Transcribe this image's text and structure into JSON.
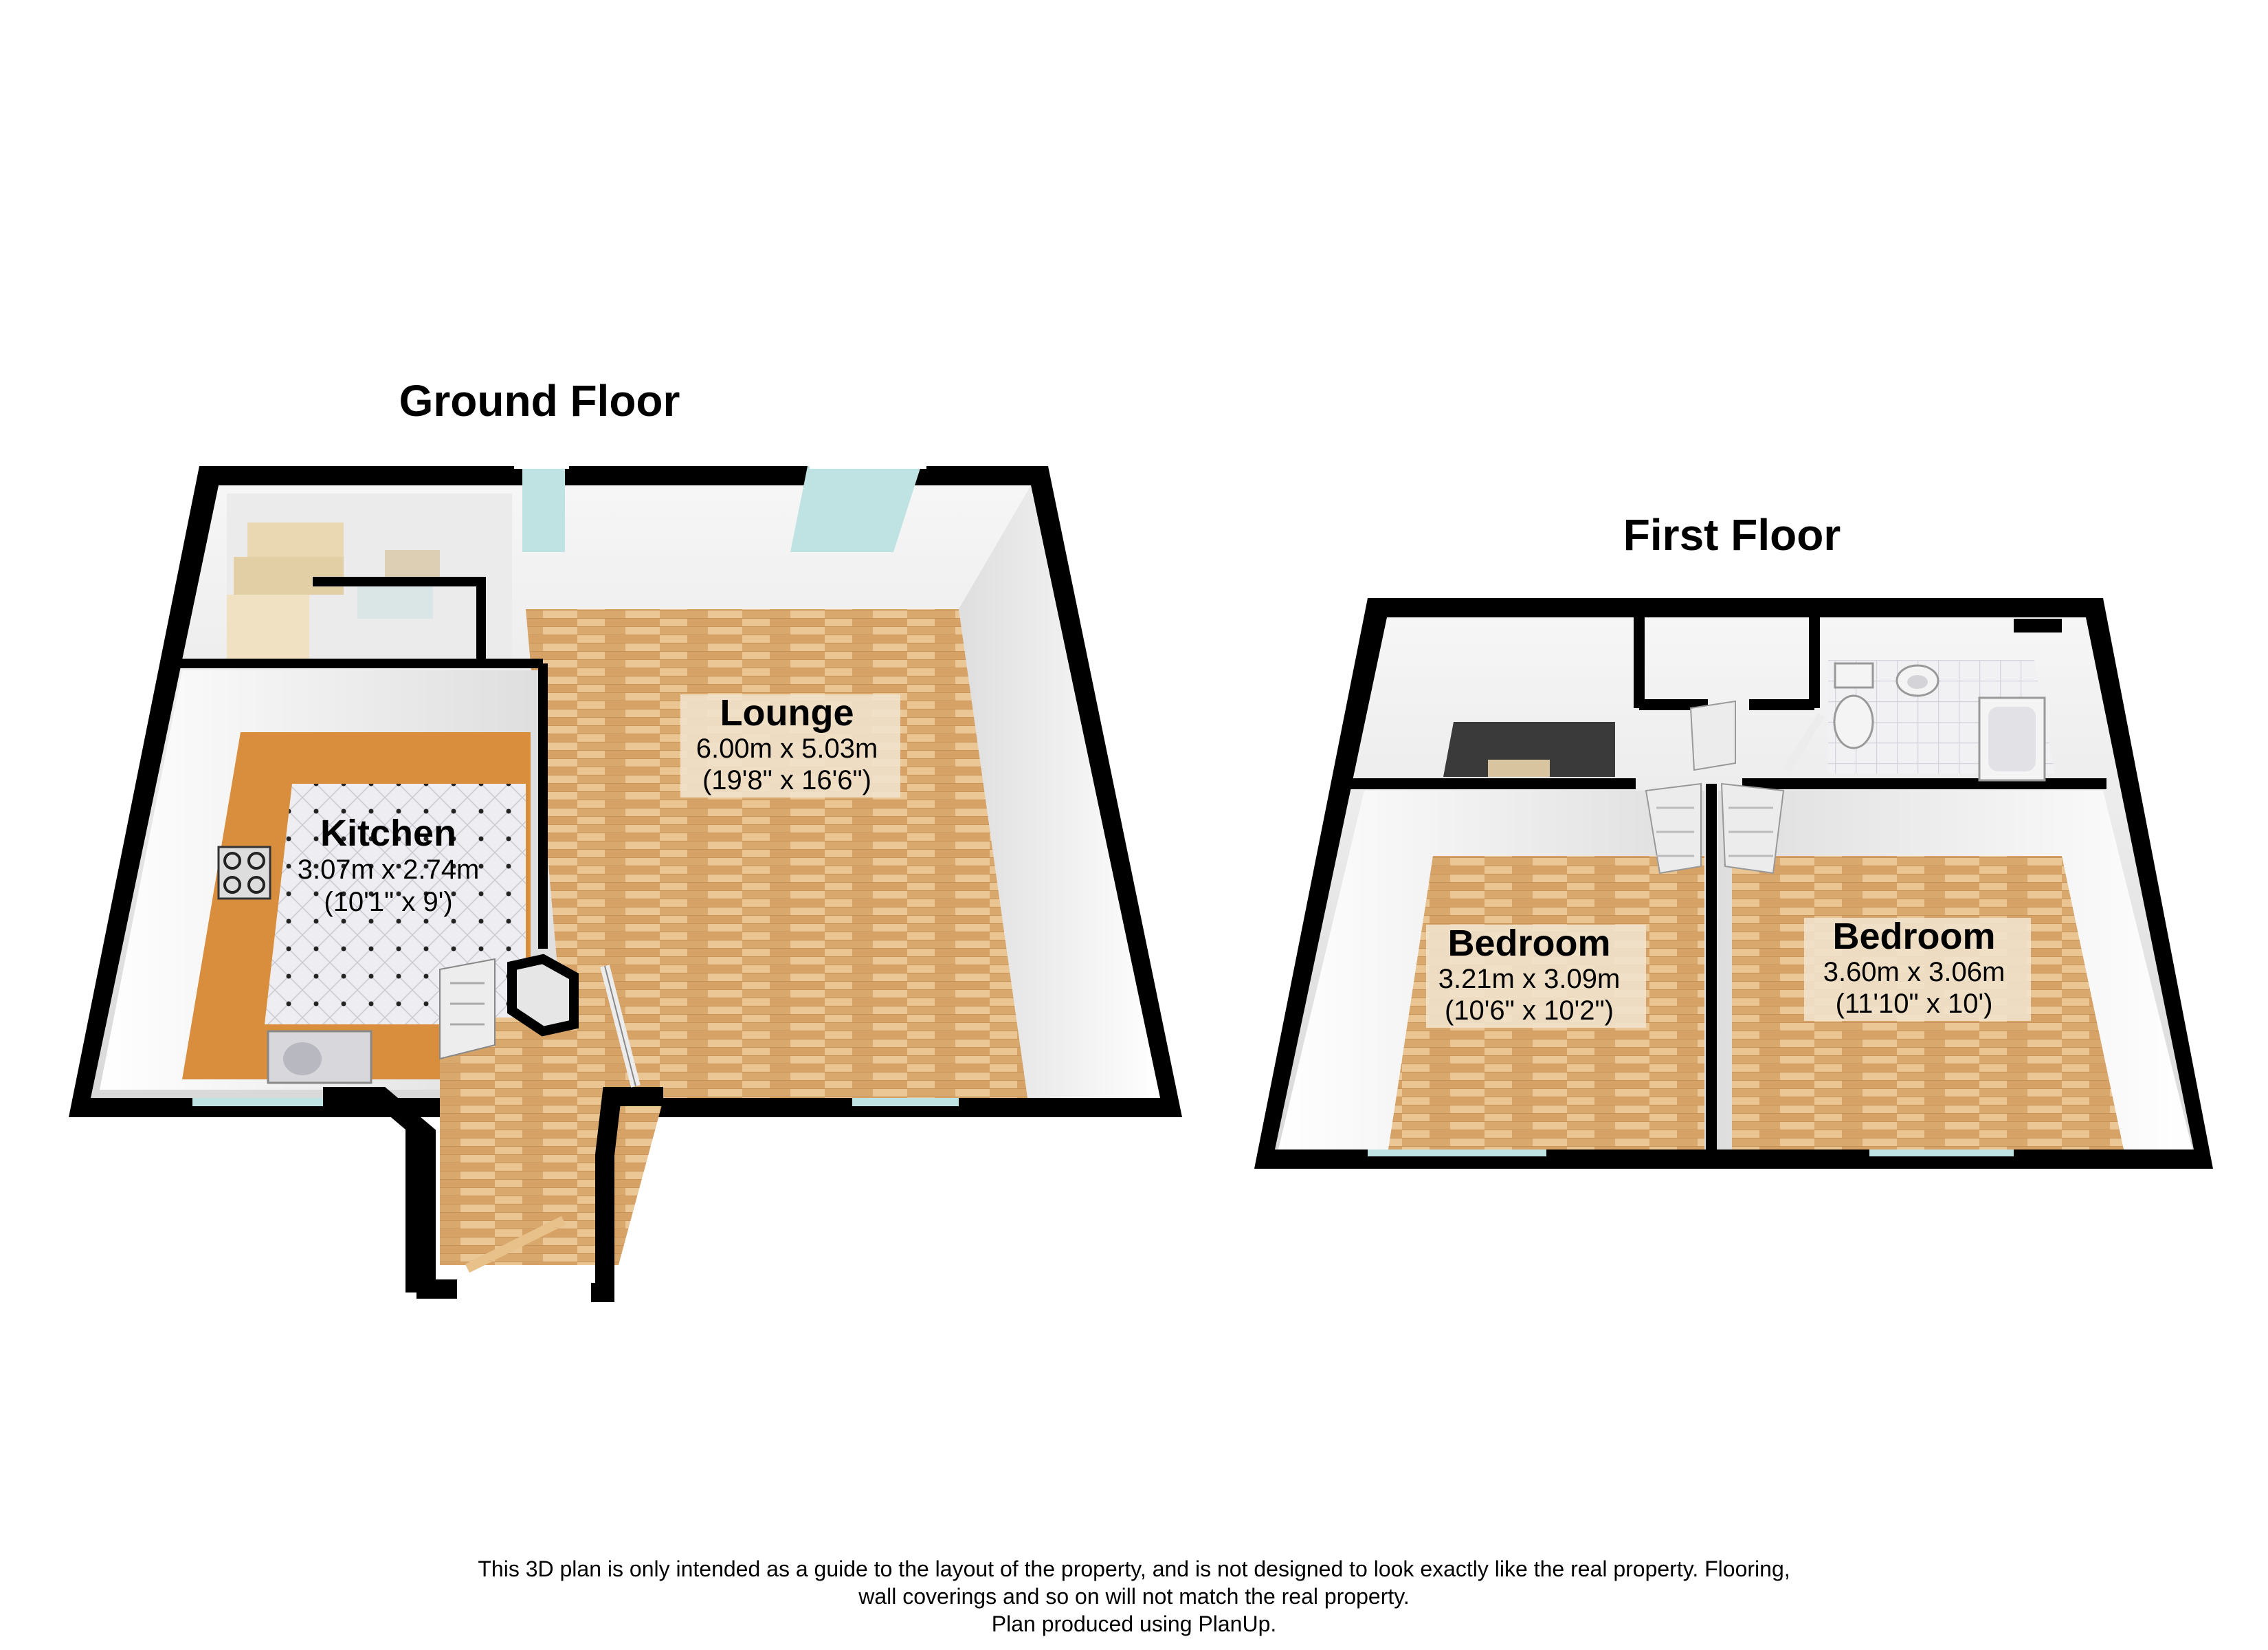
{
  "floors": {
    "ground": {
      "title": "Ground Floor",
      "rooms": {
        "lounge": {
          "name": "Lounge",
          "metric": "6.00m x 5.03m",
          "imperial": "(19'8\" x 16'6\")"
        },
        "kitchen": {
          "name": "Kitchen",
          "metric": "3.07m x 2.74m",
          "imperial": "(10'1\" x 9')"
        }
      }
    },
    "first": {
      "title": "First Floor",
      "rooms": {
        "bedroom_left": {
          "name": "Bedroom",
          "metric": "3.21m x 3.09m",
          "imperial": "(10'6\" x 10'2\")"
        },
        "bedroom_right": {
          "name": "Bedroom",
          "metric": "3.60m x 3.06m",
          "imperial": "(11'10\" x 10')"
        }
      }
    }
  },
  "disclaimer": {
    "line1": "This 3D plan is only intended as a guide to the layout of the property, and is not designed to look exactly like the real property. Flooring,",
    "line2": "wall coverings and so on will not match the real property.",
    "line3": "Plan produced using PlanUp."
  },
  "colors": {
    "wall": "#000000",
    "wood_floor": "#e3b882",
    "worktop": "#d98e3e",
    "tile_floor": "#ededf0",
    "glass": "#bfe3e3",
    "label_box": "#efe2cc"
  }
}
